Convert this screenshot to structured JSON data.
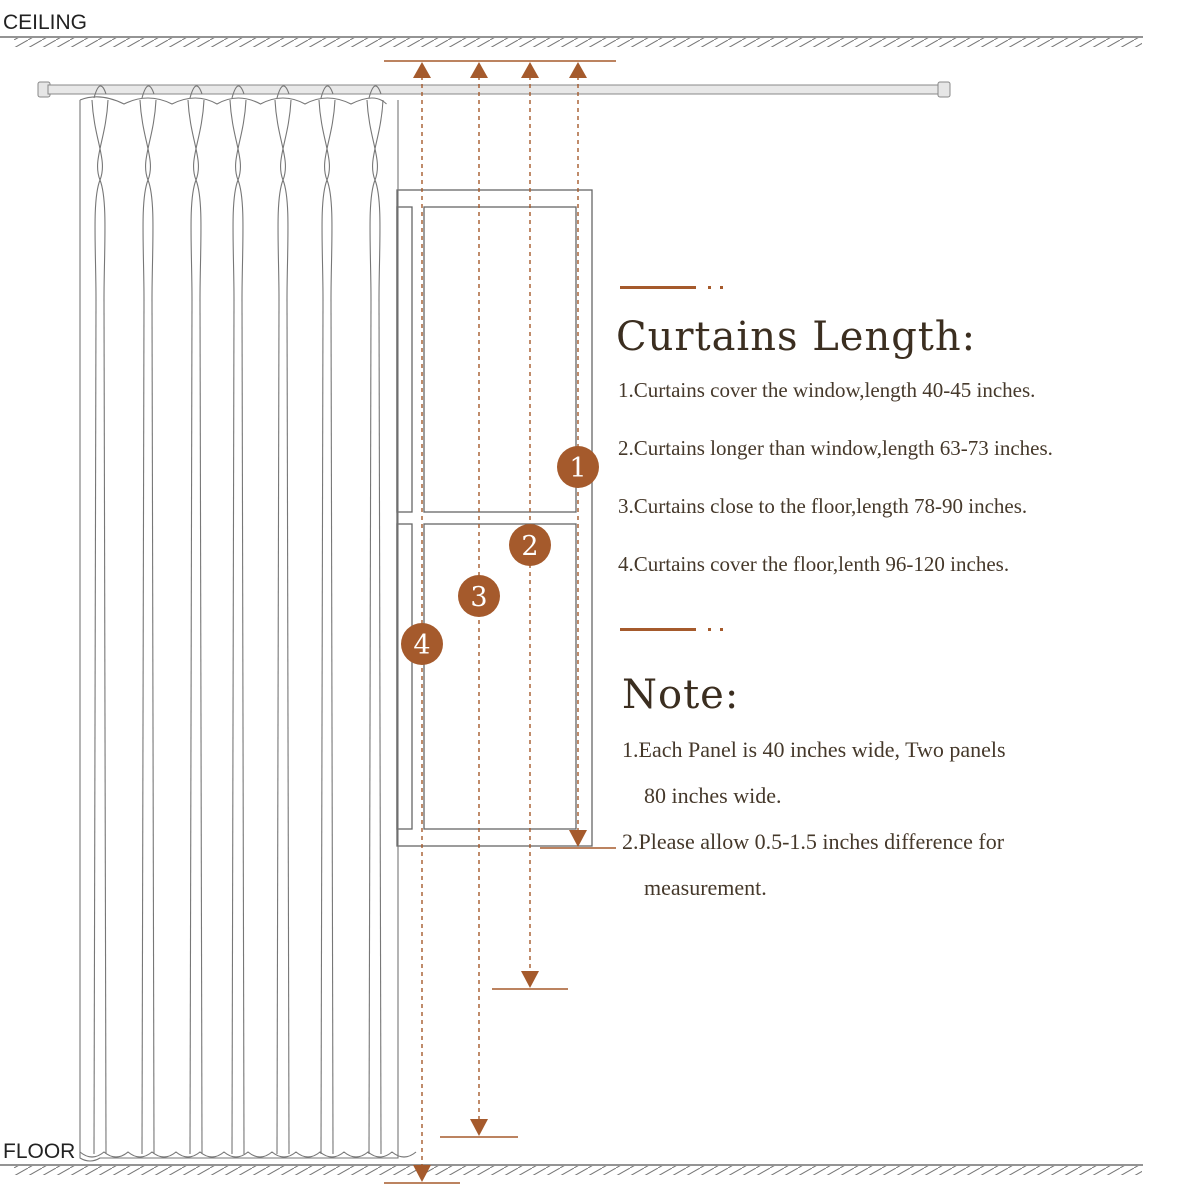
{
  "labels": {
    "ceiling": "CEILING",
    "floor": "FLOOR"
  },
  "colors": {
    "accent": "#a55a2c",
    "line": "#5a5a5a",
    "heading": "#3b2e20",
    "body": "#45382a"
  },
  "curtains_length": {
    "heading": "Curtains Length:",
    "items": [
      "1.Curtains cover the window,length 40-45 inches.",
      "2.Curtains longer than window,length 63-73 inches.",
      "3.Curtains close to the floor,length 78-90 inches.",
      "4.Curtains cover the floor,lenth 96-120 inches."
    ]
  },
  "note": {
    "heading": "Note:",
    "items": [
      {
        "line1": "1.Each Panel is 40 inches wide, Two panels",
        "line2": "80 inches wide."
      },
      {
        "line1": "2.Please allow 0.5-1.5 inches difference for",
        "line2": "measurement."
      }
    ]
  },
  "markers": [
    {
      "number": "1"
    },
    {
      "number": "2"
    },
    {
      "number": "3"
    },
    {
      "number": "4"
    }
  ]
}
